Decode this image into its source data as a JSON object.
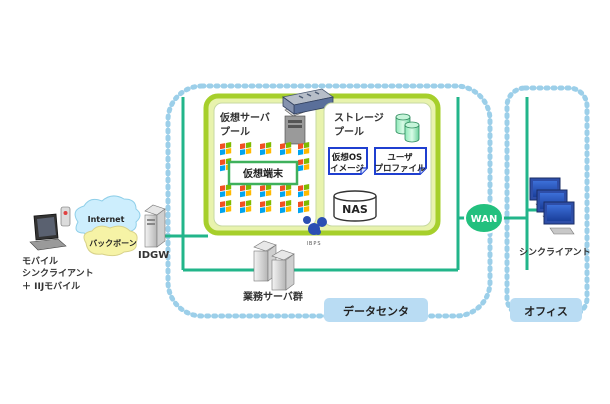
{
  "mobile": {
    "label_lines": [
      "モバイル",
      "シンクライアント",
      "＋ IIJモバイル"
    ]
  },
  "internet_cloud": {
    "label": "Internet",
    "backbone_label": "バックボーン"
  },
  "gateway": {
    "label": "IDGW"
  },
  "vserver_pool": {
    "title_lines": [
      "仮想サーバ",
      "プール"
    ],
    "terminal_label": "仮想端末"
  },
  "storage_pool": {
    "title_lines": [
      "ストレージ",
      "プール"
    ],
    "os_image_lines": [
      "仮想OS",
      "イメージ"
    ],
    "profile_lines": [
      "ユーザ",
      "プロファイル"
    ],
    "nas_label": "NAS"
  },
  "logo": {
    "label": "IBPS"
  },
  "business_servers": {
    "label": "業務サーバ群"
  },
  "datacenter": {
    "label": "データセンタ"
  },
  "wan": {
    "label": "WAN"
  },
  "office": {
    "label": "オフィス",
    "client_label": "シンクライアント"
  },
  "colors": {
    "network_line": "#22b58a",
    "dotted_border": "#9ccfe9",
    "zone_label_bg": "#b9dcf3",
    "pool_border": "#a6cf2b",
    "pool_fill": "#e8f3ad",
    "file_icon_border": "#1f3fd0",
    "wan_fill": "#23c07e"
  }
}
